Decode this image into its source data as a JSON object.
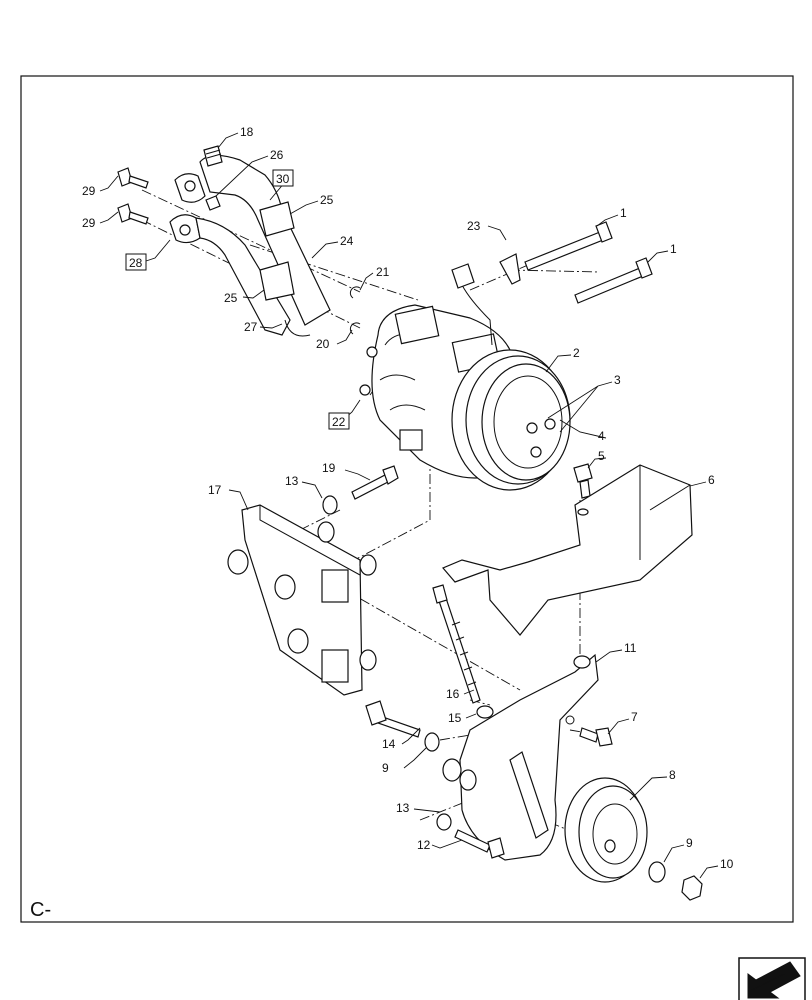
{
  "diagram": {
    "section_code": "C-",
    "callouts": [
      {
        "id": "c1a",
        "text": "1"
      },
      {
        "id": "c1b",
        "text": "1"
      },
      {
        "id": "c2",
        "text": "2"
      },
      {
        "id": "c3",
        "text": "3"
      },
      {
        "id": "c4",
        "text": "4"
      },
      {
        "id": "c5",
        "text": "5"
      },
      {
        "id": "c6",
        "text": "6"
      },
      {
        "id": "c7",
        "text": "7"
      },
      {
        "id": "c8",
        "text": "8"
      },
      {
        "id": "c9a",
        "text": "9"
      },
      {
        "id": "c9b",
        "text": "9"
      },
      {
        "id": "c10",
        "text": "10"
      },
      {
        "id": "c11",
        "text": "11"
      },
      {
        "id": "c12",
        "text": "12"
      },
      {
        "id": "c13a",
        "text": "13"
      },
      {
        "id": "c13b",
        "text": "13"
      },
      {
        "id": "c14",
        "text": "14"
      },
      {
        "id": "c15",
        "text": "15"
      },
      {
        "id": "c16",
        "text": "16"
      },
      {
        "id": "c17",
        "text": "17"
      },
      {
        "id": "c18",
        "text": "18"
      },
      {
        "id": "c19",
        "text": "19"
      },
      {
        "id": "c20",
        "text": "20"
      },
      {
        "id": "c21",
        "text": "21"
      },
      {
        "id": "c23",
        "text": "23"
      },
      {
        "id": "c24",
        "text": "24"
      },
      {
        "id": "c25a",
        "text": "25"
      },
      {
        "id": "c25b",
        "text": "25"
      },
      {
        "id": "c26",
        "text": "26"
      },
      {
        "id": "c27",
        "text": "27"
      },
      {
        "id": "c29a",
        "text": "29"
      },
      {
        "id": "c29b",
        "text": "29"
      }
    ],
    "boxed_refs": [
      {
        "id": "r30",
        "text": "30"
      },
      {
        "id": "r28",
        "text": "28"
      },
      {
        "id": "r22",
        "text": "22"
      }
    ],
    "nav_icon": "next-page-arrow-icon"
  }
}
